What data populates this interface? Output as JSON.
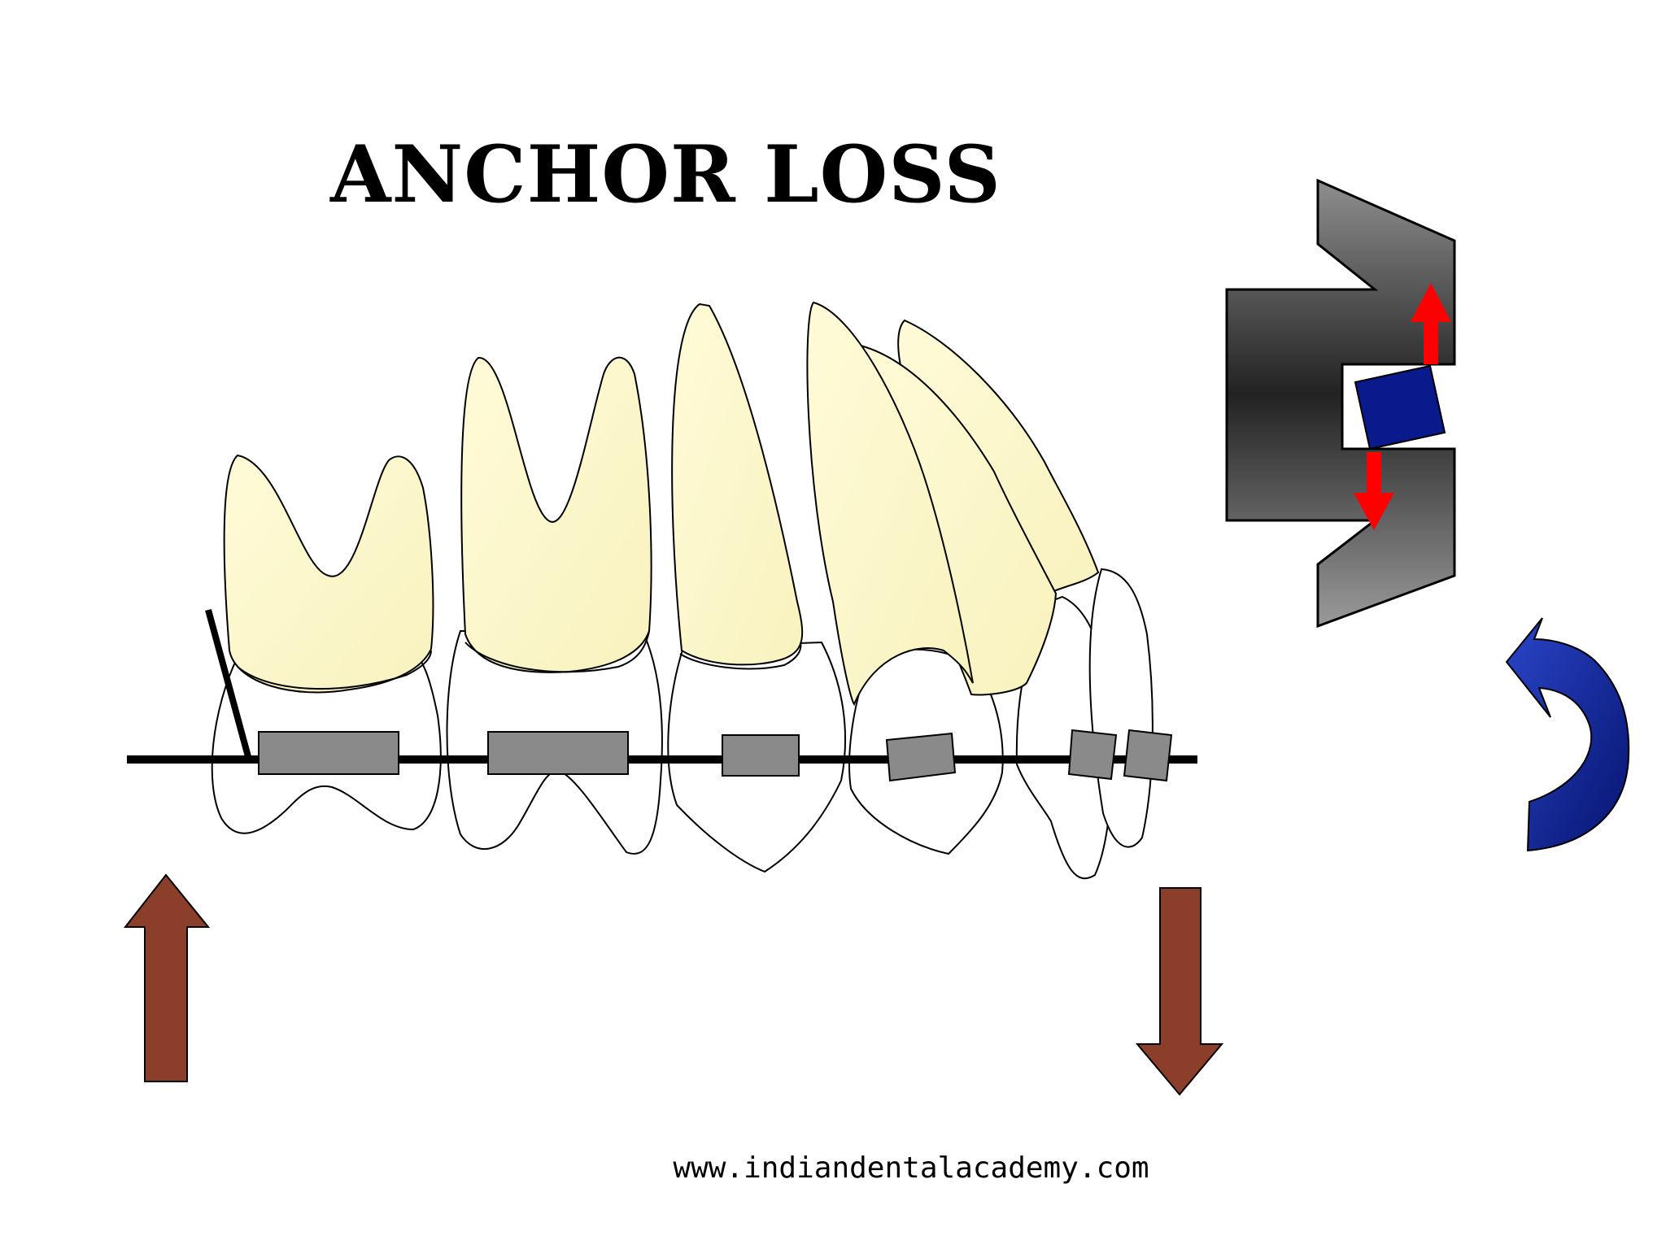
{
  "title": "ANCHOR LOSS",
  "footer": {
    "url": "www.indiandentalacademy.com"
  },
  "icons": {
    "up_arrow": "force-up-arrow",
    "down_arrow": "force-down-arrow",
    "rotation": "curved-rotation-arrow",
    "bracket": "bracket-slot-wire-torque"
  },
  "colors": {
    "crown_fill": "#fbf8cc",
    "bracket_fill": "#8a8a8a",
    "force_arrow": "#8b3f2a",
    "rotation_arrow": "#0b1f8a",
    "wire_block": "#0a1a8c",
    "red_arrow": "#ff0000"
  }
}
